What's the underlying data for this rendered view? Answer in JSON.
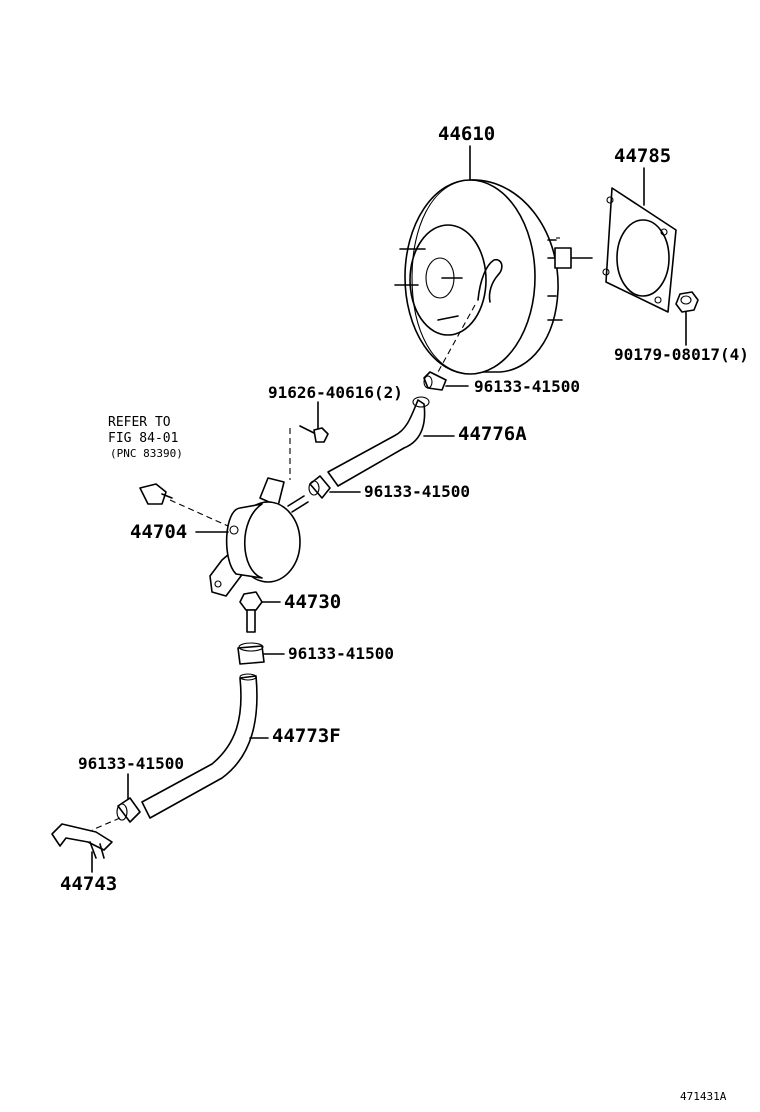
{
  "parts": {
    "booster": "44610",
    "gasket": "44785",
    "nut": "90179-08017(4)",
    "clamp_booster": "96133-41500",
    "bolt": "91626-40616(2)",
    "hose_upper": "44776A",
    "clamp_valve_upper": "96133-41500",
    "valve": "44704",
    "union": "44730",
    "clamp_valve_lower": "96133-41500",
    "hose_lower": "44773F",
    "clamp_pipe": "96133-41500",
    "pipe": "44743"
  },
  "reference": {
    "line1": "REFER TO",
    "line2": "FIG 84-01",
    "line3": "(PNC 83390)"
  },
  "figure_id": "471431A"
}
